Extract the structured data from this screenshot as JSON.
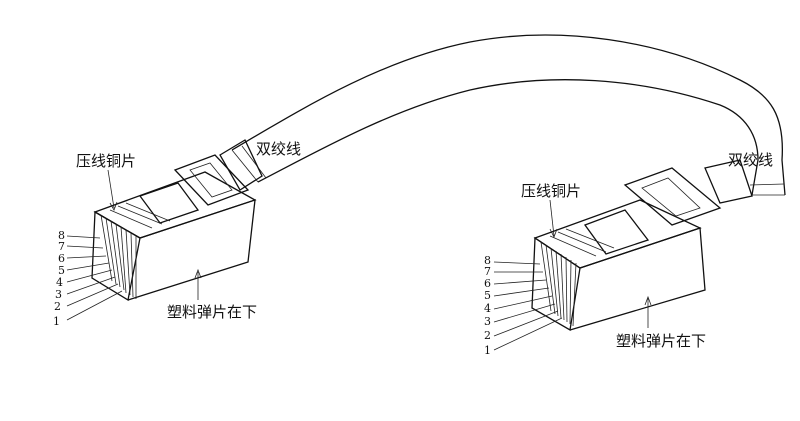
{
  "labels": {
    "twisted_pair": "双绞线",
    "crimp_contacts": "压线铜片",
    "plastic_latch_down": "塑料弹片在下"
  },
  "pins": [
    "8",
    "7",
    "6",
    "5",
    "4",
    "3",
    "2",
    "1"
  ]
}
